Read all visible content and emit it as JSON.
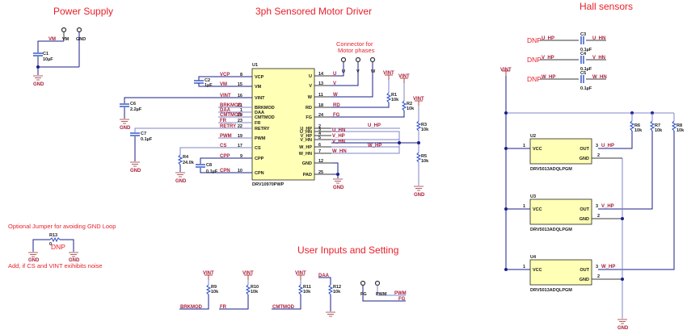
{
  "sections": {
    "power_supply": "Power Supply",
    "motor_driver": "3ph Sensored Motor Driver",
    "hall_sensors": "Hall sensors",
    "user_inputs": "User Inputs and Setting"
  },
  "notes": {
    "connector": [
      "Connector for",
      "Motor phases"
    ],
    "jumper": "Optional Jumper for avoiding GND Loop",
    "noise": "Add, if CS and VINT exihibits noise",
    "dnp": "DNP"
  },
  "power": {
    "c1_ref": "C1",
    "c1_val": "10µF",
    "vm_net": "VM",
    "vm_pin": "VM",
    "gnd_pin": "GND",
    "gnd": "GND"
  },
  "u1": {
    "ref": "U1",
    "part": "DRV10970PWP",
    "left_pins": [
      {
        "name": "VCP",
        "num": "8",
        "net": "VCP"
      },
      {
        "name": "VM",
        "num": "15",
        "net": "VM"
      },
      {
        "name": "VINT",
        "num": "16",
        "net": "VINT"
      },
      {
        "name": "BRKMOD",
        "num": "21",
        "net": "BRKMOD"
      },
      {
        "name": "DAA",
        "num": "1",
        "net": "DAA"
      },
      {
        "name": "CMTMOD",
        "num": "20",
        "net": "CMTMOD"
      },
      {
        "name": "FR",
        "num": "23",
        "net": "FR"
      },
      {
        "name": "RETRY",
        "num": "22",
        "net": "RETRY"
      },
      {
        "name": "PWM",
        "num": "19",
        "net": "PWM"
      },
      {
        "name": "CS",
        "num": "17",
        "net": "CS"
      },
      {
        "name": "CPP",
        "num": "9",
        "net": "CPP"
      },
      {
        "name": "CPN",
        "num": "10",
        "net": "CPN"
      }
    ],
    "right_pins": [
      {
        "name": "U",
        "num": "14",
        "net": "U"
      },
      {
        "name": "V",
        "num": "13",
        "net": "V"
      },
      {
        "name": "W",
        "num": "11",
        "net": "W"
      },
      {
        "name": "RD",
        "num": "18",
        "net": "RD"
      },
      {
        "name": "FG",
        "num": "24",
        "net": "FG"
      },
      {
        "name": "U_HP",
        "num": "2",
        "net": "U_HP"
      },
      {
        "name": "U_HN",
        "num": "3",
        "net": "U_HN"
      },
      {
        "name": "V_HP",
        "num": "4",
        "net": "V_HP"
      },
      {
        "name": "V_HN",
        "num": "5",
        "net": "V_HN"
      },
      {
        "name": "W_HP",
        "num": "6",
        "net": "W_HP"
      },
      {
        "name": "W_HN",
        "num": "7",
        "net": "W_HN"
      },
      {
        "name": "GND",
        "num": "12",
        "net": ""
      },
      {
        "name": "PAD",
        "num": "25",
        "net": ""
      }
    ]
  },
  "caps": {
    "c2": {
      "ref": "C2",
      "val": "1µF"
    },
    "c6": {
      "ref": "C6",
      "val": "2.2µF"
    },
    "c7": {
      "ref": "C7",
      "val": "0.1µF"
    },
    "c8": {
      "ref": "C8",
      "val": "0.1µF"
    },
    "c3": {
      "ref": "C3",
      "val": "0.1µF",
      "left": "U_HP",
      "right": "U_HN"
    },
    "c4": {
      "ref": "C4",
      "val": "0.1µF",
      "left": "V_HP",
      "right": "V_HN"
    },
    "c5": {
      "ref": "C5",
      "val": "0.1µF",
      "left": "W_HP",
      "right": "W_HN"
    }
  },
  "resistors": {
    "r1": {
      "ref": "R1",
      "val": "10k"
    },
    "r2": {
      "ref": "R2",
      "val": "10k"
    },
    "r3": {
      "ref": "R3",
      "val": "10k"
    },
    "r4": {
      "ref": "R4",
      "val": "24.0k"
    },
    "r5": {
      "ref": "R5",
      "val": "10k"
    },
    "r6": {
      "ref": "R6",
      "val": "10k"
    },
    "r7": {
      "ref": "R7",
      "val": "10k"
    },
    "r8": {
      "ref": "R8",
      "val": "10k"
    },
    "r9": {
      "ref": "R9",
      "val": "10k",
      "net": "BRKMOD"
    },
    "r10": {
      "ref": "R10",
      "val": "10k",
      "net": "FR"
    },
    "r11": {
      "ref": "R11",
      "val": "10k",
      "net": "CMTMOD"
    },
    "r12": {
      "ref": "R12",
      "val": "10k",
      "net": "DAA"
    },
    "r13": {
      "ref": "R13",
      "val": "0"
    }
  },
  "connectors": {
    "u": "U",
    "v": "V",
    "w": "W",
    "fg": "FG",
    "pwm": "PWM"
  },
  "nets": {
    "vint": "VINT",
    "gnd": "GND",
    "pwm": "PWM",
    "fg": "FG"
  },
  "hall": [
    {
      "ref": "U2",
      "part": "DRV5013ADQLPGM",
      "vcc": "VCC",
      "out": "OUT",
      "gnd": "GND",
      "p1": "1",
      "p2": "2",
      "p3": "3",
      "net": "U_HP"
    },
    {
      "ref": "U3",
      "part": "DRV5013ADQLPGM",
      "vcc": "VCC",
      "out": "OUT",
      "gnd": "GND",
      "p1": "1",
      "p2": "2",
      "p3": "3",
      "net": "V_HP"
    },
    {
      "ref": "U4",
      "part": "DRV5013ADQLPGM",
      "vcc": "VCC",
      "out": "OUT",
      "gnd": "GND",
      "p1": "1",
      "p2": "2",
      "p3": "3",
      "net": "W_HP"
    }
  ]
}
